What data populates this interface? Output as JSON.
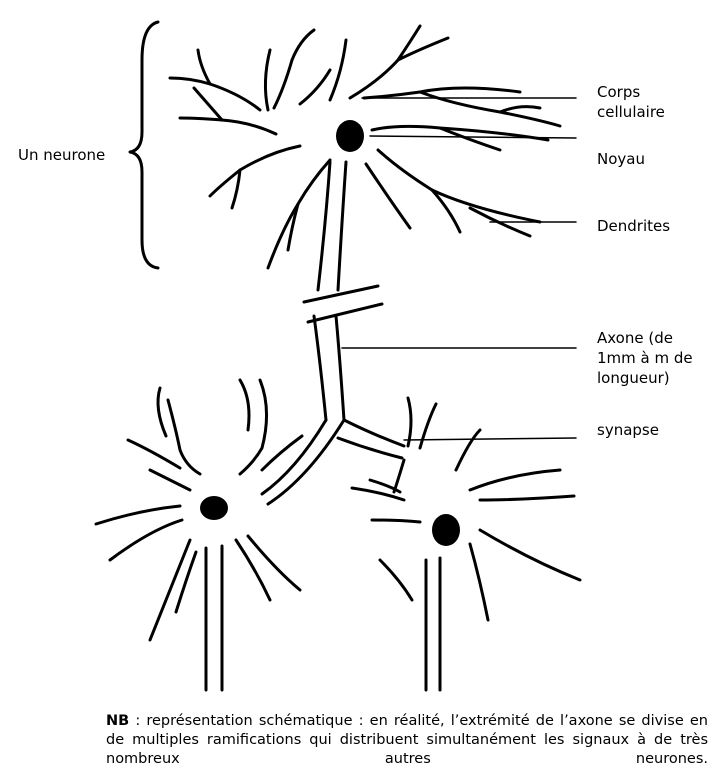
{
  "labels": {
    "neurone": "Un neurone",
    "corps_line1": "Corps",
    "corps_line2": "cellulaire",
    "noyau": "Noyau",
    "dendrites": "Dendrites",
    "axone_line1": "Axone (de",
    "axone_line2": "1mm à m de",
    "axone_line3": "longueur)",
    "synapse": "synapse"
  },
  "note": {
    "prefix": "NB",
    "text": " : représentation schématique : en réalité, l’extrémité de l’axone se divise en de multiples ramifications qui distribuent simultanément les signaux à de très nombreux autres neurones."
  }
}
